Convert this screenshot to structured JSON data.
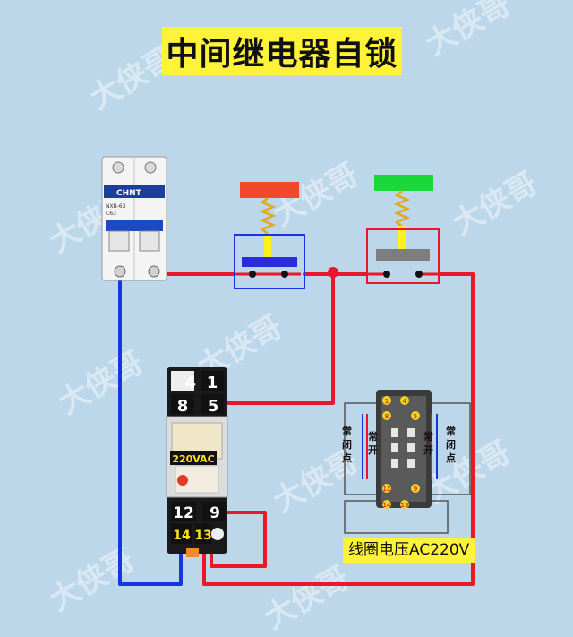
{
  "title": "中间继电器自锁",
  "watermark": "大侠哥",
  "breaker": {
    "brand": "CHNT",
    "model": "NXB-63",
    "rating": "C63"
  },
  "relay_terminals": {
    "t4": "4",
    "t1": "1",
    "t8": "8",
    "t5": "5",
    "t12": "12",
    "t9": "9",
    "t14": "14",
    "t13": "13"
  },
  "relay_voltage": "220VAC",
  "socket_labels": {
    "nc_left": "常闭点",
    "no_left": "常开",
    "no_right": "常开",
    "nc_right": "常闭点"
  },
  "socket_pins": [
    "4",
    "1",
    "8",
    "5",
    "12",
    "9",
    "14",
    "13"
  ],
  "coil_label": "线圈电压AC220V",
  "colors": {
    "stop_button": "#f04a2a",
    "start_button": "#19d83a",
    "live_wire": "#e8182a",
    "neutral_wire": "#1736e0",
    "title_bg": "#fff33a"
  }
}
